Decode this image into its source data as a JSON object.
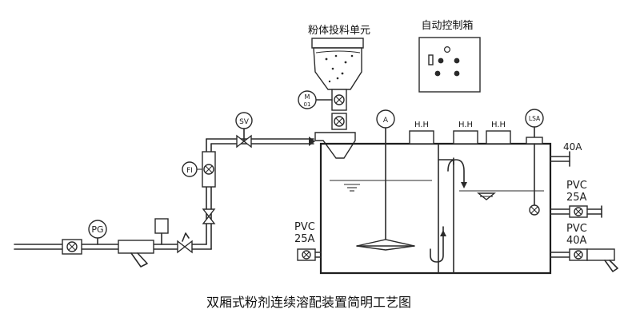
{
  "labels": {
    "feeder": "粉体投料单元",
    "control_box": "自动控制箱",
    "caption": "双厢式粉剂连续溶配装置简明工艺图",
    "pg": "PG",
    "fi": "FI",
    "sv": "SV",
    "motor_m": "M",
    "motor_sub": "01",
    "agitator": "A",
    "lsa": "LSA",
    "hh1": "H.H",
    "hh2": "H.H",
    "hh3": "H.H",
    "pvc_left": "PVC",
    "size_left": "25A",
    "size_top_right": "40A",
    "pvc_right_mid": "PVC",
    "size_right_mid": "25A",
    "pvc_right_bot": "PVC",
    "size_right_bot": "40A"
  }
}
